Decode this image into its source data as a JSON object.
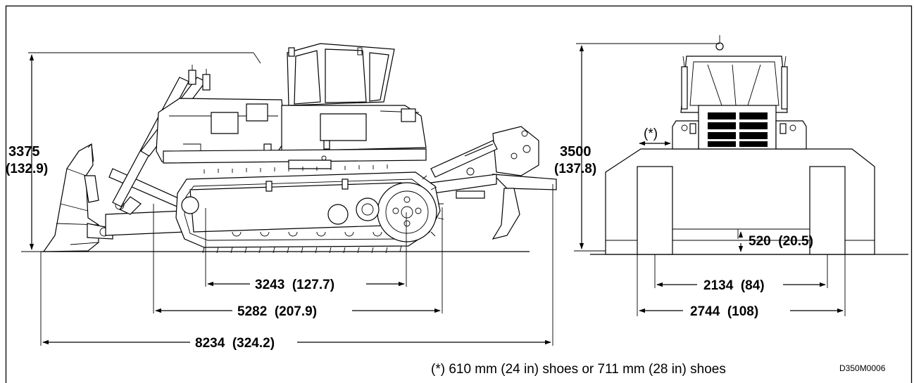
{
  "side_view": {
    "height_mm": "3375",
    "height_in": "(132.9)",
    "track_contact": "3243  (127.7)",
    "wheelbase": "5282  (207.9)",
    "overall_length": "8234  (324.2)"
  },
  "front_view": {
    "height_mm": "3500",
    "height_in": "(137.8)",
    "ground_clearance": "520  (20.5)",
    "track_gauge": "2134  (84)",
    "overall_width": "2744  (108)",
    "shoe_marker": "(*)"
  },
  "footnote": "(*) 610 mm (24 in) shoes or 711 mm (28 in) shoes",
  "drawing_code": "D350M0006"
}
